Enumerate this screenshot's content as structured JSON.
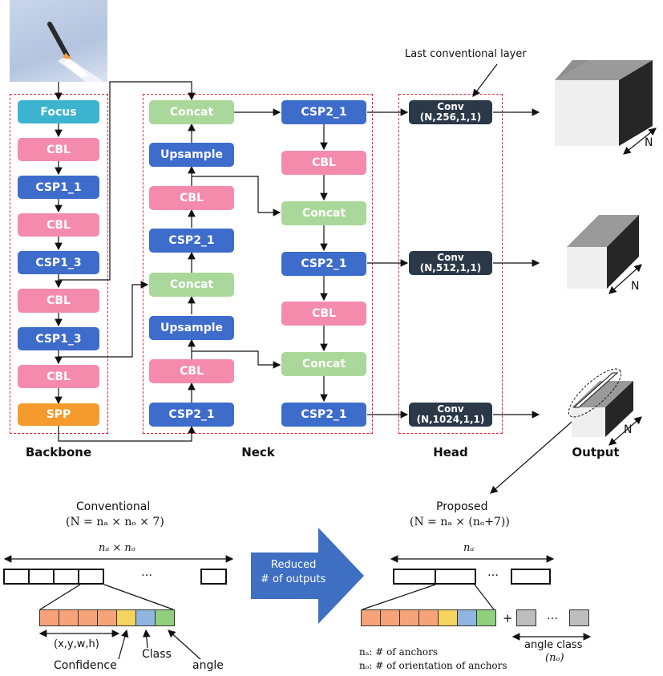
{
  "sections": {
    "backbone": "Backbone",
    "neck": "Neck",
    "head": "Head",
    "output": "Output"
  },
  "backbone": [
    "Focus",
    "CBL",
    "CSP1_1",
    "CBL",
    "CSP1_3",
    "CBL",
    "CSP1_3",
    "CBL",
    "SPP"
  ],
  "neck": {
    "left": [
      "Concat",
      "Upsample",
      "CBL",
      "CSP2_1",
      "Concat",
      "Upsample",
      "CBL",
      "CSP2_1"
    ],
    "right": [
      "CSP2_1",
      "CBL",
      "Concat",
      "CSP2_1",
      "CBL",
      "Concat",
      "CSP2_1"
    ]
  },
  "head": {
    "annotation": "Last conventional layer",
    "convs": [
      {
        "title": "Conv",
        "params": "(N,256,1,1)"
      },
      {
        "title": "Conv",
        "params": "(N,512,1,1)"
      },
      {
        "title": "Conv",
        "params": "(N,1024,1,1)"
      }
    ]
  },
  "outputs": {
    "n_label": "N"
  },
  "bottom": {
    "conventional": {
      "title": "Conventional",
      "formula": "(N = nₐ × nₒ × 7)",
      "span": "nₐ × nₒ",
      "dots": "…",
      "labels": {
        "xywh": "(x,y,w,h)",
        "confidence": "Confidence",
        "class": "Class",
        "angle": "angle"
      }
    },
    "arrow_text": {
      "line1": "Reduced",
      "line2": "# of outputs"
    },
    "proposed": {
      "title": "Proposed",
      "formula": "(N = nₐ × (nₒ+7))",
      "span": "nₐ",
      "dots": "…",
      "plus": "+",
      "angle_class": "angle class",
      "angle_class_sub": "(nₒ)",
      "legend_a": "nₐ: # of anchors",
      "legend_o": "nₒ: # of orientation of anchors"
    }
  },
  "colors": {
    "focus": "#3db4cf",
    "cbl": "#f48bad",
    "csp": "#3e6ccb",
    "spp": "#f59a2c",
    "concat": "#a9d89a",
    "conv": "#2a3848",
    "dash": "#e0283a",
    "arrow": "#3f6fc3",
    "xywh": "#f7a37a",
    "confidence": "#f4d35e",
    "class": "#8fb6e0",
    "angle": "#8fcf7d",
    "angle_class": "#bdbdbd"
  }
}
